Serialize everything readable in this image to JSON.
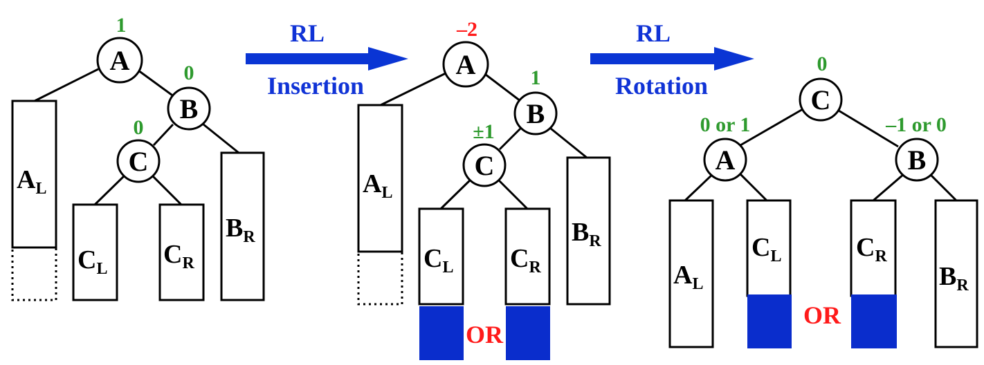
{
  "colors": {
    "balance_green": "#2e9a2e",
    "balance_red": "#ff1a1a",
    "arrow_blue": "#0a35d4",
    "arrow_text_blue": "#1033d6",
    "fill_blue": "#0a2dcc",
    "or_red": "#ff1a1a"
  },
  "arrows": [
    {
      "top_label": "RL",
      "bottom_label": "Insertion"
    },
    {
      "top_label": "RL",
      "bottom_label": "Rotation"
    }
  ],
  "panel1": {
    "nodes": {
      "A": "A",
      "B": "B",
      "C": "C"
    },
    "balances": {
      "A": "1",
      "B": "0",
      "C": "0"
    },
    "subtrees": {
      "AL": {
        "main": "A",
        "sub": "L"
      },
      "CL": {
        "main": "C",
        "sub": "L"
      },
      "CR": {
        "main": "C",
        "sub": "R"
      },
      "BR": {
        "main": "B",
        "sub": "R"
      }
    }
  },
  "panel2": {
    "nodes": {
      "A": "A",
      "B": "B",
      "C": "C"
    },
    "balances": {
      "A": "–2",
      "B": "1",
      "C": "±1"
    },
    "subtrees": {
      "AL": {
        "main": "A",
        "sub": "L"
      },
      "CL": {
        "main": "C",
        "sub": "L"
      },
      "CR": {
        "main": "C",
        "sub": "R"
      },
      "BR": {
        "main": "B",
        "sub": "R"
      }
    },
    "or_label": "OR"
  },
  "panel3": {
    "nodes": {
      "C": "C",
      "A": "A",
      "B": "B"
    },
    "balances": {
      "C": "0",
      "A": "0 or 1",
      "B": "–1 or 0"
    },
    "subtrees": {
      "AL": {
        "main": "A",
        "sub": "L"
      },
      "CL": {
        "main": "C",
        "sub": "L"
      },
      "CR": {
        "main": "C",
        "sub": "R"
      },
      "BR": {
        "main": "B",
        "sub": "R"
      }
    },
    "or_label": "OR"
  }
}
